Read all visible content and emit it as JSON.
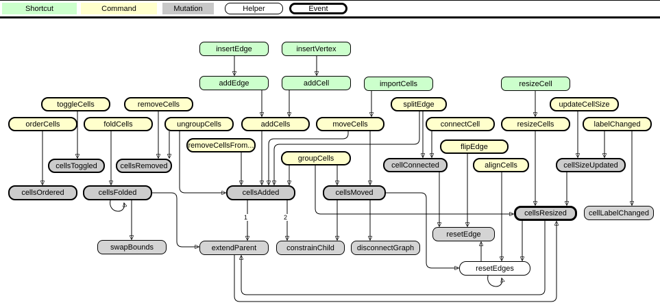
{
  "legend": {
    "items": [
      {
        "label": "Shortcut",
        "type": "shortcut",
        "fill": "#ccffcc"
      },
      {
        "label": "Command",
        "type": "command",
        "fill": "#ffffcc"
      },
      {
        "label": "Mutation",
        "type": "mutation",
        "fill": "#c8c8c8"
      },
      {
        "label": "Helper",
        "type": "helper",
        "fill": "#ffffff"
      },
      {
        "label": "Event",
        "type": "event",
        "fill": "#ffffff"
      }
    ]
  },
  "colors": {
    "shortcut_fill": "#ccffcc",
    "command_fill": "#ffffcc",
    "event_fill": "#cccccc",
    "mutation_fill": "#d4d4d4",
    "helper_fill": "#ffffff",
    "line": "#000000",
    "background": "#ffffff"
  },
  "edge_labels": [
    "1",
    "2"
  ],
  "nodes": [
    {
      "id": "insertEdge",
      "label": "insertEdge",
      "type": "shortcut"
    },
    {
      "id": "insertVertex",
      "label": "insertVertex",
      "type": "shortcut"
    },
    {
      "id": "addEdge",
      "label": "addEdge",
      "type": "shortcut"
    },
    {
      "id": "addCell",
      "label": "addCell",
      "type": "shortcut"
    },
    {
      "id": "importCells",
      "label": "importCells",
      "type": "shortcut"
    },
    {
      "id": "resizeCell",
      "label": "resizeCell",
      "type": "shortcut"
    },
    {
      "id": "toggleCells",
      "label": "toggleCells",
      "type": "command"
    },
    {
      "id": "removeCells",
      "label": "removeCells",
      "type": "command"
    },
    {
      "id": "splitEdge",
      "label": "splitEdge",
      "type": "command"
    },
    {
      "id": "updateCellSize",
      "label": "updateCellSize",
      "type": "command"
    },
    {
      "id": "orderCells",
      "label": "orderCells",
      "type": "command"
    },
    {
      "id": "foldCells",
      "label": "foldCells",
      "type": "command"
    },
    {
      "id": "ungroupCells",
      "label": "ungroupCells",
      "type": "command"
    },
    {
      "id": "addCells",
      "label": "addCells",
      "type": "command"
    },
    {
      "id": "moveCells",
      "label": "moveCells",
      "type": "command"
    },
    {
      "id": "connectCell",
      "label": "connectCell",
      "type": "command"
    },
    {
      "id": "resizeCells",
      "label": "resizeCells",
      "type": "command"
    },
    {
      "id": "labelChanged",
      "label": "labelChanged",
      "type": "command"
    },
    {
      "id": "removeCellsFromParent",
      "label": "removeCellsFrom...",
      "type": "command"
    },
    {
      "id": "flipEdge",
      "label": "flipEdge",
      "type": "command"
    },
    {
      "id": "groupCells",
      "label": "groupCells",
      "type": "command"
    },
    {
      "id": "alignCells",
      "label": "alignCells",
      "type": "command"
    },
    {
      "id": "cellsToggled",
      "label": "cellsToggled",
      "type": "event"
    },
    {
      "id": "cellsRemoved",
      "label": "cellsRemoved",
      "type": "event"
    },
    {
      "id": "cellsOrdered",
      "label": "cellsOrdered",
      "type": "event"
    },
    {
      "id": "cellsFolded",
      "label": "cellsFolded",
      "type": "event"
    },
    {
      "id": "cellsAdded",
      "label": "cellsAdded",
      "type": "event"
    },
    {
      "id": "cellsMoved",
      "label": "cellsMoved",
      "type": "event"
    },
    {
      "id": "cellConnected",
      "label": "cellConnected",
      "type": "event"
    },
    {
      "id": "cellSizeUpdated",
      "label": "cellSizeUpdated",
      "type": "event"
    },
    {
      "id": "cellsResized",
      "label": "cellsResized",
      "type": "event"
    },
    {
      "id": "swapBounds",
      "label": "swapBounds",
      "type": "mutation"
    },
    {
      "id": "extendParent",
      "label": "extendParent",
      "type": "mutation"
    },
    {
      "id": "constrainChild",
      "label": "constrainChild",
      "type": "mutation"
    },
    {
      "id": "disconnectGraph",
      "label": "disconnectGraph",
      "type": "mutation"
    },
    {
      "id": "resetEdge",
      "label": "resetEdge",
      "type": "mutation"
    },
    {
      "id": "cellLabelChanged",
      "label": "cellLabelChanged",
      "type": "mutation"
    },
    {
      "id": "resetEdges",
      "label": "resetEdges",
      "type": "helper"
    }
  ],
  "edges": [
    {
      "from": "insertEdge",
      "to": "addEdge"
    },
    {
      "from": "insertVertex",
      "to": "addCell"
    },
    {
      "from": "addEdge",
      "to": "addCells"
    },
    {
      "from": "addCell",
      "to": "addCells"
    },
    {
      "from": "importCells",
      "to": "moveCells"
    },
    {
      "from": "toggleCells",
      "to": "cellsToggled"
    },
    {
      "from": "removeCells",
      "to": "cellsRemoved"
    },
    {
      "from": "ungroupCells",
      "to": "cellsRemoved"
    },
    {
      "from": "ungroupCells",
      "to": "cellsAdded"
    },
    {
      "from": "orderCells",
      "to": "cellsOrdered"
    },
    {
      "from": "foldCells",
      "to": "cellsFolded"
    },
    {
      "from": "cellsFolded",
      "to": "cellsFolded"
    },
    {
      "from": "cellsFolded",
      "to": "swapBounds"
    },
    {
      "from": "cellsFolded",
      "to": "extendParent"
    },
    {
      "from": "removeCellsFromParent",
      "to": "cellsAdded"
    },
    {
      "from": "addCells",
      "to": "cellsAdded"
    },
    {
      "from": "moveCells",
      "to": "cellsAdded"
    },
    {
      "from": "splitEdge",
      "to": "cellsAdded"
    },
    {
      "from": "splitEdge",
      "to": "cellConnected"
    },
    {
      "from": "groupCells",
      "to": "cellsAdded"
    },
    {
      "from": "groupCells",
      "to": "cellsMoved"
    },
    {
      "from": "groupCells",
      "to": "cellsResized"
    },
    {
      "from": "moveCells",
      "to": "cellsMoved"
    },
    {
      "from": "connectCell",
      "to": "cellConnected"
    },
    {
      "from": "flipEdge",
      "to": "resetEdge"
    },
    {
      "from": "alignCells",
      "to": "resetEdges"
    },
    {
      "from": "resizeCell",
      "to": "resizeCells"
    },
    {
      "from": "resizeCells",
      "to": "cellsResized"
    },
    {
      "from": "updateCellSize",
      "to": "cellSizeUpdated"
    },
    {
      "from": "labelChanged",
      "to": "cellSizeUpdated"
    },
    {
      "from": "labelChanged",
      "to": "cellLabelChanged"
    },
    {
      "from": "cellSizeUpdated",
      "to": "cellsResized"
    },
    {
      "from": "cellConnected",
      "to": "resetEdge"
    },
    {
      "from": "cellsAdded",
      "to": "extendParent",
      "label": "1"
    },
    {
      "from": "cellsAdded",
      "to": "constrainChild",
      "label": "2"
    },
    {
      "from": "cellsMoved",
      "to": "constrainChild"
    },
    {
      "from": "cellsMoved",
      "to": "disconnectGraph"
    },
    {
      "from": "cellsMoved",
      "to": "resetEdges"
    },
    {
      "from": "resetEdges",
      "to": "resetEdge"
    },
    {
      "from": "cellsResized",
      "to": "resetEdges"
    },
    {
      "from": "cellsResized",
      "to": "extendParent"
    },
    {
      "from": "extendParent",
      "to": "cellsResized"
    },
    {
      "from": "resetEdges",
      "to": "resetEdges"
    }
  ]
}
